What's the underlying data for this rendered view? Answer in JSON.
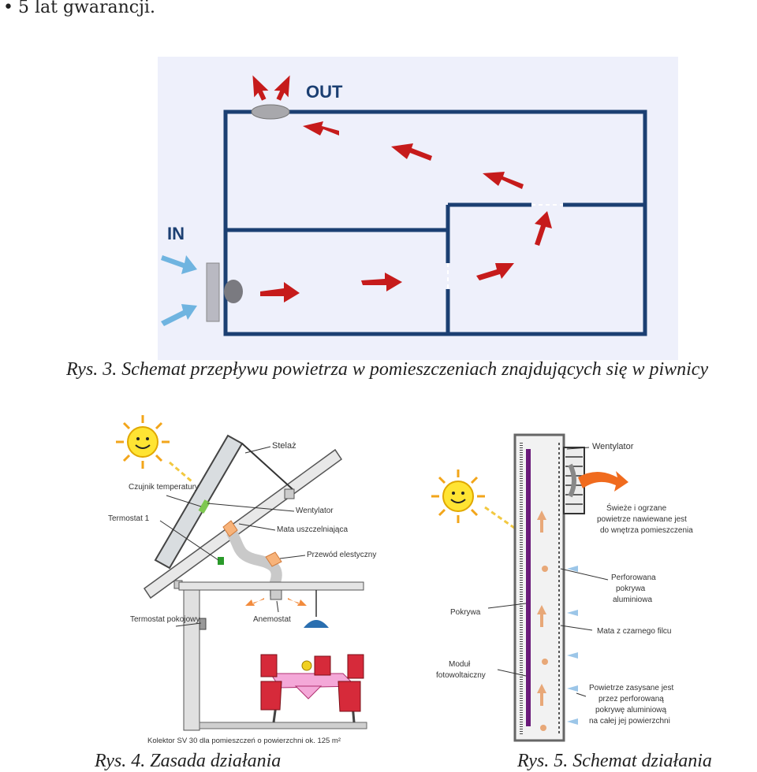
{
  "bullet": {
    "text": "5 lat gwarancji."
  },
  "figure3": {
    "out_label": "OUT",
    "in_label": "IN",
    "caption": "Rys. 3. Schemat przepływu powietrza w pomieszczeniach znajdujących się w piwnicy",
    "colors": {
      "wall": "#1b3f72",
      "arrow": "#c61b1b",
      "inflow": "#6fb4e0",
      "bg": "#eef0fb"
    }
  },
  "figure4": {
    "labels": {
      "stelaz": "Stelaż",
      "czujnik": "Czujnik temperatury",
      "termostat1": "Termostat 1",
      "wentylator": "Wentylator",
      "mata": "Mata uszczelniająca",
      "przewod": "Przewód elestyczny",
      "termostat_pok": "Termostat pokojowy",
      "anemostat": "Anemostat",
      "kolektor": "Kolektor SV 30 dla pomieszczeń o powierzchni ok. 125 m²"
    },
    "caption": "Rys. 4. Zasada działania"
  },
  "figure5": {
    "labels": {
      "wentylator": "Wentylator",
      "swieze": [
        "Świeże i ogrzane",
        "powietrze nawiewane jest",
        "do wnętrza pomieszczenia"
      ],
      "perforowana": [
        "Perforowana",
        "pokrywa",
        "aluminiowa"
      ],
      "pokrywa": "Pokrywa",
      "mata": "Mata z czarnego filcu",
      "modul": [
        "Moduł",
        "fotowoltaiczny"
      ],
      "powietrze": [
        "Powietrze zasysane jest",
        "przez perforowaną",
        "pokrywę aluminiową",
        "na całej jej powierzchni"
      ]
    },
    "caption": "Rys. 5. Schemat działania"
  }
}
